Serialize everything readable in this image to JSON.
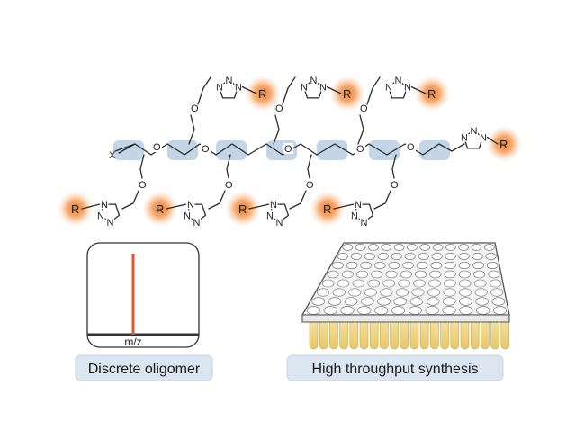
{
  "atoms": {
    "x": "X",
    "o": "O",
    "n": "N",
    "nh": "N",
    "r": "R"
  },
  "panels": {
    "spectrum": {
      "axis_label": "m/z",
      "caption": "Discrete oligomer"
    },
    "plate": {
      "caption": "High throughput synthesis"
    }
  },
  "colors": {
    "r_glow": "#f08a3a",
    "backbone_highlight": "#b9cfe3",
    "spectrum_peak": "#e05a2b",
    "caption_box": "#dbe6f1",
    "well_yellow": "#f2d98a"
  }
}
